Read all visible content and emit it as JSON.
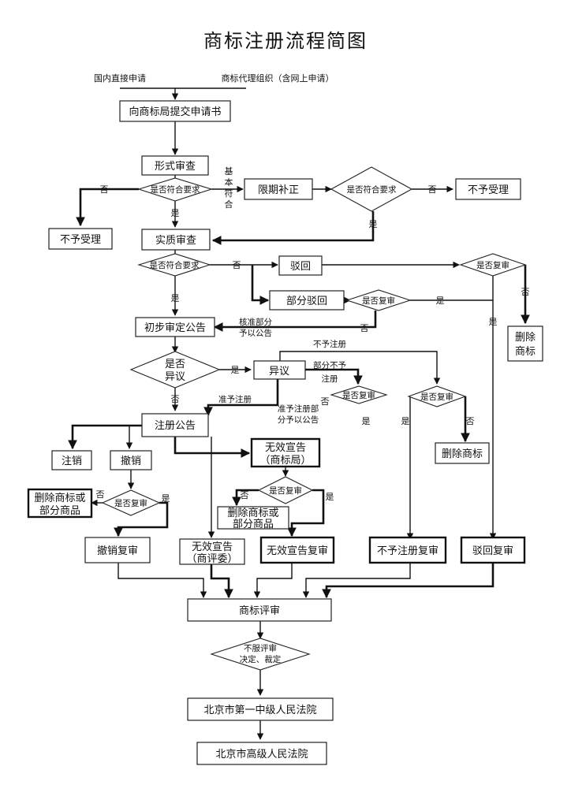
{
  "title": "商标注册流程简图",
  "sources": {
    "domestic": "国内直接申请",
    "agency": "商标代理组织（含网上申请）"
  },
  "nodes": {
    "submit": "向商标局提交申请书",
    "formal": "形式审查",
    "deadline_fix": "限期补正",
    "reject_accept_left": "不予受理",
    "reject_accept_right": "不予受理",
    "substantive": "实质审查",
    "rejection": "驳回",
    "partial_rejection": "部分驳回",
    "delete_mark_right": [
      "删除",
      "商标"
    ],
    "preliminary": "初步审定公告",
    "opposition": "异议",
    "delete_mark": "删除商标",
    "registration": "注册公告",
    "cancel": "注销",
    "revoke": "撤销",
    "invalid_office": [
      "无效宣告",
      "（商标局）"
    ],
    "delete_goods_left": [
      "删除商标或",
      "部分商品"
    ],
    "delete_goods_mid": [
      "删除商标或",
      "部分商品"
    ],
    "revoke_review": "撤销复审",
    "invalid_board": [
      "无效宣告",
      "（商评委）"
    ],
    "invalid_review": "无效宣告复审",
    "no_reg_review": "不予注册复审",
    "rejection_review": "驳回复审",
    "tmrab": "商标评审",
    "court1": "北京市第一中级人民法院",
    "court2": "北京市高级人民法院"
  },
  "decisions": {
    "formal_check": "是否符合要求",
    "fix_check": "是否符合要求",
    "subst_check": "是否符合要求",
    "review_rejection": "是否复审",
    "review_partial": "是否复审",
    "opposition_q": [
      "是否",
      "异议"
    ],
    "review_opp_mid": "是否复审",
    "review_opp_right": "是否复审",
    "review_invalid": "是否复审",
    "review_revoke": "是否复审",
    "dissatisfied": [
      "不服评审",
      "决定、裁定"
    ]
  },
  "labels": {
    "yes": "是",
    "no": "否",
    "basic_conform": [
      "基",
      "本",
      "符",
      "合"
    ],
    "approve_partial": [
      "核准部分",
      "予以公告"
    ],
    "no_registration": "不予注册",
    "partial_no_reg": [
      "部分不予",
      "注册"
    ],
    "approve_reg": "准予注册",
    "approve_reg_partial": [
      "准予注册部",
      "分予以公告"
    ]
  }
}
